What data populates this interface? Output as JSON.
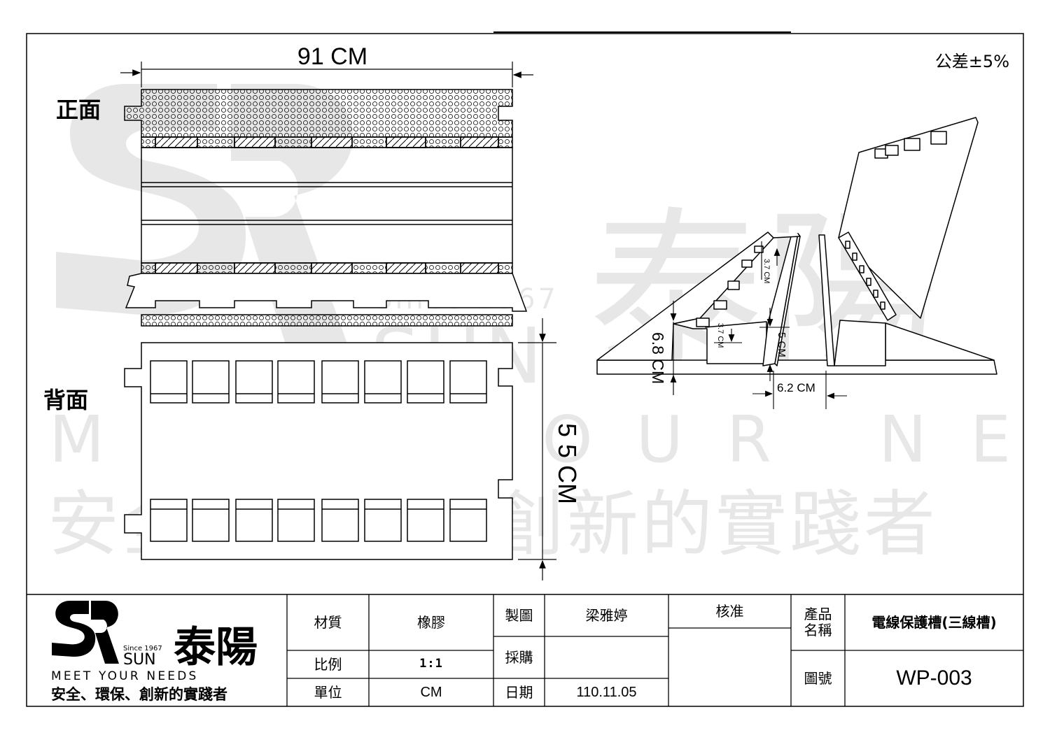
{
  "drawing": {
    "tolerance": "公差±5%",
    "front_label": "正面",
    "back_label": "背面",
    "dim_width": "91 CM",
    "dim_depth": "5 5 CM",
    "dim_height": "6.8 CM",
    "dim_slot_width": "6.2 CM",
    "dim_slot_depth": "5 CM",
    "dim_small_1": "3.7 CM",
    "dim_small_2": "3.7 CM"
  },
  "watermark": {
    "tagline": "MEET YOUR NEEDS",
    "slogan": "安全、環保、創新的實踐者",
    "brand_cn": "泰陽",
    "since": "Since 1967",
    "sun": "SUN"
  },
  "logo": {
    "since": "Since 1967",
    "sun": "SUN",
    "brand_cn": "泰陽",
    "tagline": "MEET YOUR NEEDS",
    "slogan": "安全、環保、創新的實踐者"
  },
  "title_block": {
    "material_label": "材質",
    "material_value": "橡膠",
    "scale_label": "比例",
    "scale_value": "1:1",
    "unit_label": "單位",
    "unit_value": "CM",
    "drawn_label": "製圖",
    "drawn_value": "梁雅婷",
    "purchase_label": "採購",
    "purchase_value": "",
    "date_label": "日期",
    "date_value": "110.11.05",
    "approve_label": "核准",
    "product_label": "產品\n名稱",
    "product_value": "電線保護槽(三線槽)",
    "drawing_no_label": "圖號",
    "drawing_no_value": "WP-003"
  },
  "colors": {
    "line": "#000000",
    "watermark": "#000000"
  }
}
